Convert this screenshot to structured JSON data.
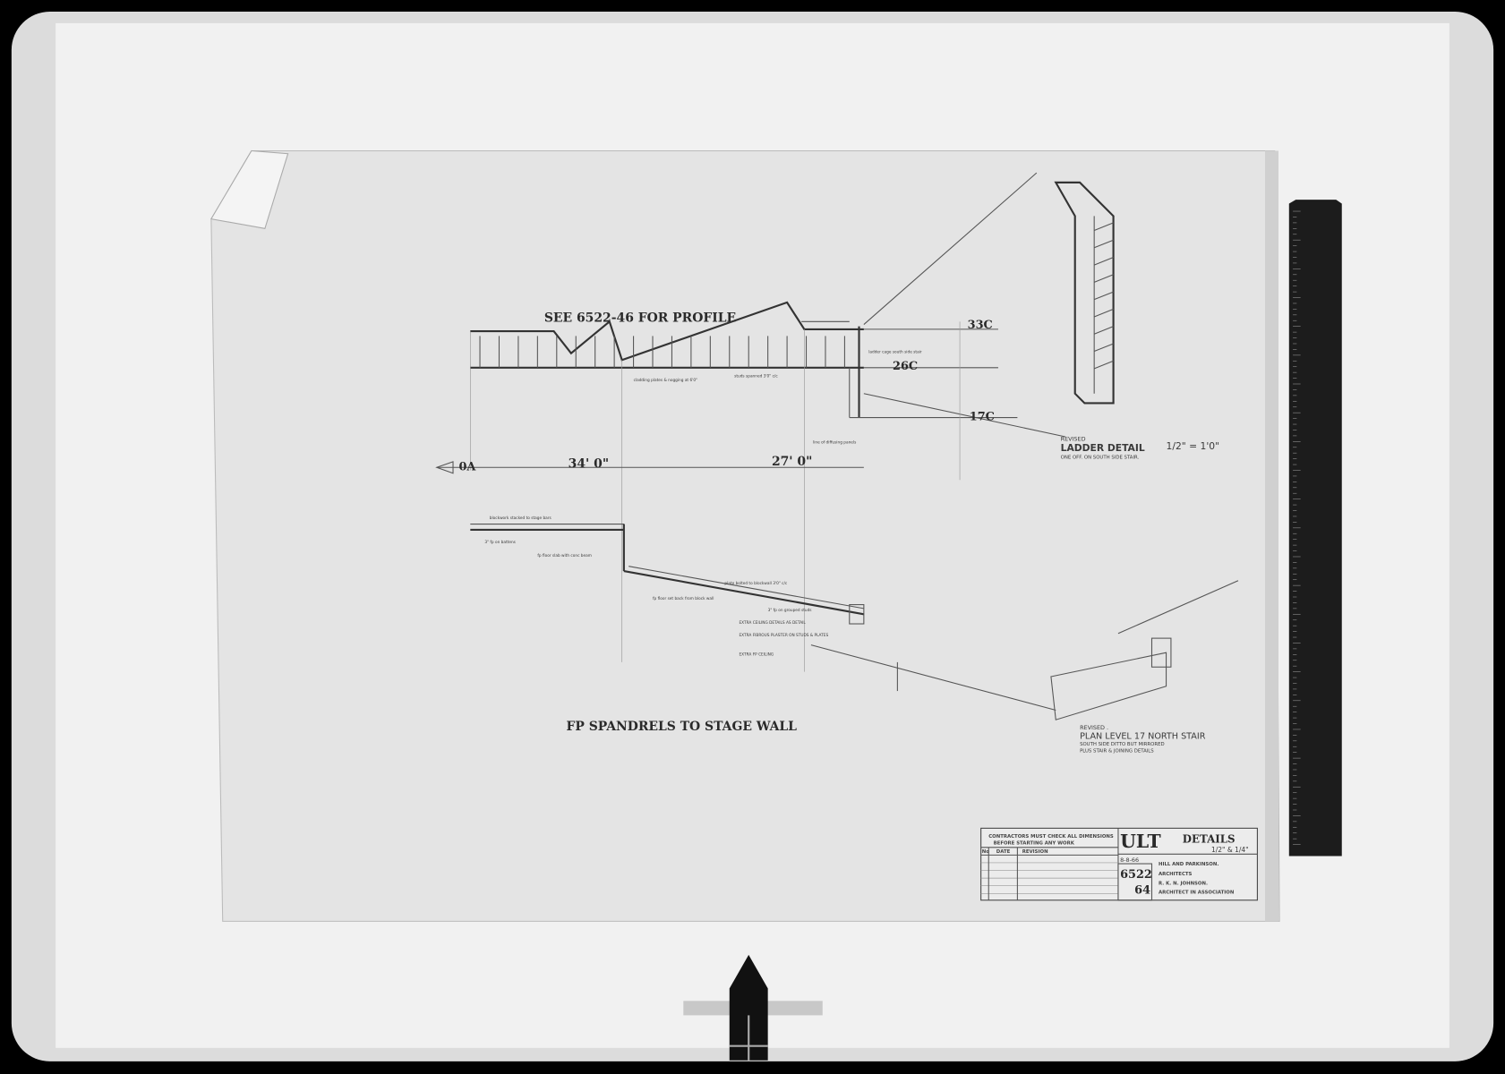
{
  "drawing": {
    "profile_note": "SEE 6522-46 FOR PROFILE",
    "levels": [
      "33C",
      "26C",
      "17C"
    ],
    "grid_label": "0A",
    "dim_1": "34' 0\"",
    "dim_2": "27' 0\"",
    "section_title": "FP SPANDRELS TO STAGE WALL",
    "notes_upper": [
      "studs spanned 3'0\" c/c",
      "cladding plates & nogging at 6'0\"",
      "ladder cage south side stair",
      "line of diffusing panels"
    ],
    "notes_lower": [
      "blockwork stacked to stage bars",
      "3\" fp on battens",
      "fp floor slab with conc beam",
      "plate bolted to blockwall 3'0\" c/c",
      "fp floor set back from block wall",
      "3\" fp on grouped studs",
      "EXTRA CEILING DETAILS AS DETAIL",
      "EXTRA FIBROUS PLASTER ON STUDS & PLATES",
      "EXTRA FP CEILING"
    ],
    "ladder_detail": {
      "revised": "REVISED",
      "title": "LADDER DETAIL",
      "scale": "1/2\" = 1'0\"",
      "sub": "ONE OFF. ON SOUTH SIDE STAIR."
    },
    "stair_plan": {
      "revised": "REVISED .",
      "title": "PLAN LEVEL 17 NORTH STAIR",
      "sub1": "SOUTH SIDE DITTO BUT MIRRORED",
      "sub2": "PLUS STAIR & JOINING DETAILS"
    }
  },
  "title_block": {
    "contractors_note_1": "CONTRACTORS MUST CHECK ALL DIMENSIONS",
    "contractors_note_2": "BEFORE STARTING ANY WORK",
    "col_no": "No",
    "col_date": "DATE",
    "col_revision": "REVISION",
    "logo": "ULT",
    "title": "DETAILS",
    "scale": "1/2\" & 1/4\"",
    "date_mark": "8-8-66",
    "job_number": "6522",
    "sheet_number": "64",
    "architect_1": "HILL AND PARKINSON.",
    "architect_2": "ARCHITECTS",
    "architect_3": "R. K. N. JOHNSON.",
    "architect_4": "ARCHITECT IN ASSOCIATION"
  },
  "colors": {
    "background": "#000000",
    "mount": "#e6e6e6",
    "paper": "#e9e9e9",
    "ruler": "#1c1c1c"
  }
}
